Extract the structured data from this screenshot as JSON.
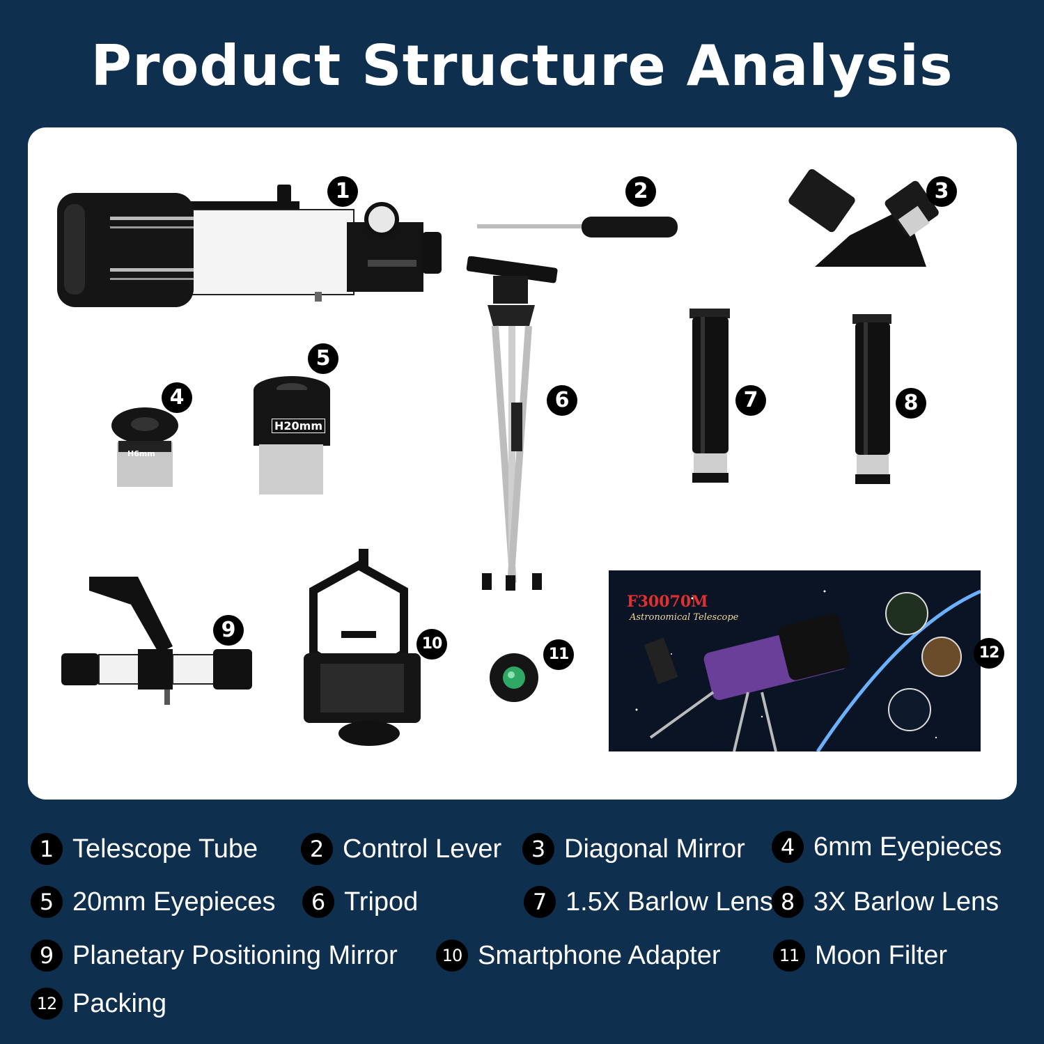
{
  "title": "Product Structure Analysis",
  "colors": {
    "background": "#0f2f4f",
    "panel": "#ffffff",
    "badge": "#000000",
    "text": "#ffffff"
  },
  "badges": [
    "1",
    "2",
    "3",
    "4",
    "5",
    "6",
    "7",
    "8",
    "9",
    "10",
    "11",
    "12"
  ],
  "eyepieces": {
    "small_label": "H6mm",
    "large_label": "H20mm"
  },
  "box": {
    "model": "F30070M",
    "subtitle": "Astronomical Telescope"
  },
  "legend": [
    {
      "num": "1",
      "label": "Telescope Tube"
    },
    {
      "num": "2",
      "label": "Control Lever"
    },
    {
      "num": "3",
      "label": "Diagonal Mirror"
    },
    {
      "num": "4",
      "label": "6mm Eyepieces"
    },
    {
      "num": "5",
      "label": "20mm Eyepieces"
    },
    {
      "num": "6",
      "label": "Tripod"
    },
    {
      "num": "7",
      "label": "1.5X Barlow Lens"
    },
    {
      "num": "8",
      "label": "3X Barlow Lens"
    },
    {
      "num": "9",
      "label": "Planetary Positioning Mirror"
    },
    {
      "num": "10",
      "label": "Smartphone Adapter"
    },
    {
      "num": "11",
      "label": "Moon Filter"
    },
    {
      "num": "12",
      "label": "Packing"
    }
  ]
}
